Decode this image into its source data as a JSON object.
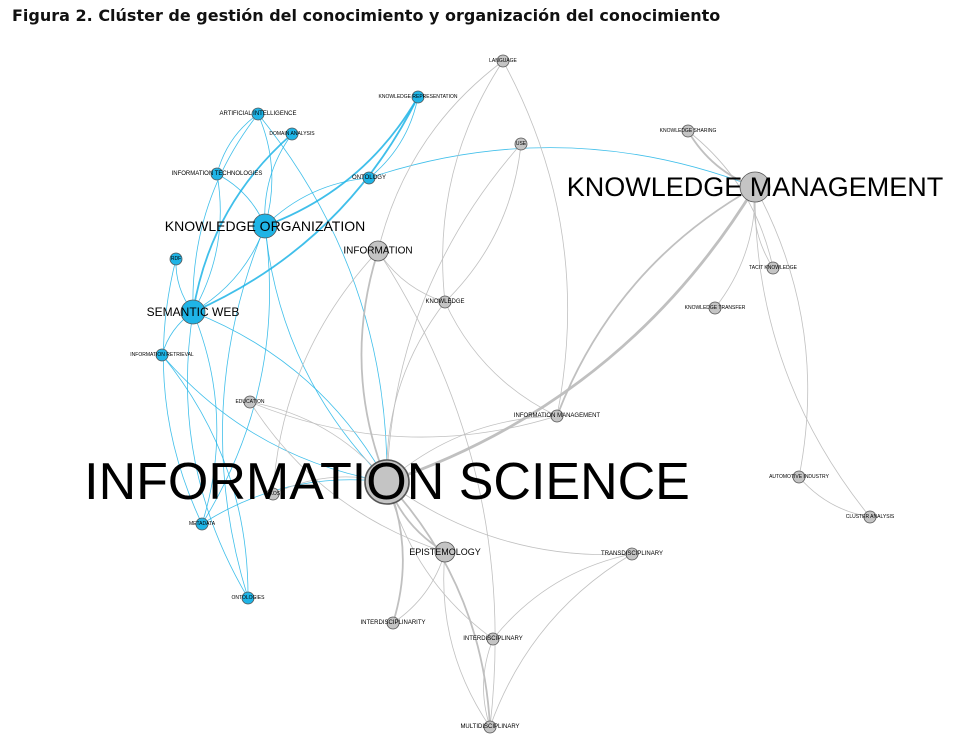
{
  "caption": {
    "label": "Figura 2.",
    "text": "Clúster de gestión del conocimiento y organización del conocimiento"
  },
  "colors": {
    "cyan_node": "#1fb4e6",
    "cyan_edge": "#1fb4e6",
    "gray_node": "#c4c4c4",
    "gray_edge": "#bdbdbd",
    "node_stroke": "#555555"
  },
  "nodes": [
    {
      "id": "information-science",
      "label": "INFORMATION SCIENCE",
      "group": "gray",
      "size": "xl"
    },
    {
      "id": "knowledge-management",
      "label": "KNOWLEDGE MANAGEMENT",
      "group": "gray",
      "size": "l"
    },
    {
      "id": "knowledge-organization",
      "label": "KNOWLEDGE ORGANIZATION",
      "group": "cyan",
      "size": "m"
    },
    {
      "id": "semantic-web",
      "label": "SEMANTIC WEB",
      "group": "cyan",
      "size": "m"
    },
    {
      "id": "information",
      "label": "INFORMATION",
      "group": "gray",
      "size": "s"
    },
    {
      "id": "epistemology",
      "label": "EPISTEMOLOGY",
      "group": "gray",
      "size": "s"
    },
    {
      "id": "language",
      "label": "LANGUAGE",
      "group": "gray",
      "size": "xs"
    },
    {
      "id": "use",
      "label": "USE",
      "group": "gray",
      "size": "xs"
    },
    {
      "id": "knowledge-representation",
      "label": "KNOWLEDGE REPRESENTATION",
      "group": "cyan",
      "size": "xs"
    },
    {
      "id": "artificial-intelligence",
      "label": "ARTIFICIAL INTELLIGENCE",
      "group": "cyan",
      "size": "xs"
    },
    {
      "id": "domain-analysis",
      "label": "DOMAIN ANALYSIS",
      "group": "cyan",
      "size": "xs"
    },
    {
      "id": "ontology",
      "label": "ONTOLOGY",
      "group": "cyan",
      "size": "xs"
    },
    {
      "id": "information-technologies",
      "label": "INFORMATION TECHNOLOGIES",
      "group": "cyan",
      "size": "xs"
    },
    {
      "id": "knowledge-sharing",
      "label": "KNOWLEDGE SHARING",
      "group": "gray",
      "size": "xs"
    },
    {
      "id": "tacit-knowledge",
      "label": "TACIT KNOWLEDGE",
      "group": "gray",
      "size": "xs"
    },
    {
      "id": "knowledge-transfer",
      "label": "KNOWLEDGE TRANSFER",
      "group": "gray",
      "size": "xs"
    },
    {
      "id": "rdf",
      "label": "RDF",
      "group": "cyan",
      "size": "xs"
    },
    {
      "id": "knowledge",
      "label": "KNOWLEDGE",
      "group": "gray",
      "size": "xs"
    },
    {
      "id": "information-retrieval",
      "label": "INFORMATION RETRIEVAL",
      "group": "cyan",
      "size": "xs"
    },
    {
      "id": "education",
      "label": "EDUCATION",
      "group": "gray",
      "size": "xs"
    },
    {
      "id": "information-management",
      "label": "INFORMATION MANAGEMENT",
      "group": "gray",
      "size": "xs"
    },
    {
      "id": "nkos",
      "label": "NKOS",
      "group": "gray",
      "size": "xs"
    },
    {
      "id": "metadata",
      "label": "METADATA",
      "group": "cyan",
      "size": "xs"
    },
    {
      "id": "automotive-industry",
      "label": "AUTOMOTIVE INDUSTRY",
      "group": "gray",
      "size": "xs"
    },
    {
      "id": "cluster-analysis",
      "label": "CLUSTER ANALYSIS",
      "group": "gray",
      "size": "xs"
    },
    {
      "id": "transdisciplinary",
      "label": "TRANSDISCIPLINARY",
      "group": "gray",
      "size": "xs"
    },
    {
      "id": "ontologies",
      "label": "ONTOLOGIES",
      "group": "cyan",
      "size": "xs"
    },
    {
      "id": "interdisciplinarity",
      "label": "INTERDISCIPLINARITY",
      "group": "gray",
      "size": "xs"
    },
    {
      "id": "interdisciplinary",
      "label": "INTERDISCIPLINARY",
      "group": "gray",
      "size": "xs"
    },
    {
      "id": "multidisciplinary",
      "label": "MULTIDISCIPLINARY",
      "group": "gray",
      "size": "xs"
    }
  ],
  "edges": [
    {
      "source": "knowledge-organization",
      "target": "artificial-intelligence",
      "color": "cyan",
      "weight": 1
    },
    {
      "source": "knowledge-organization",
      "target": "domain-analysis",
      "color": "cyan",
      "weight": 1
    },
    {
      "source": "knowledge-organization",
      "target": "information-technologies",
      "color": "cyan",
      "weight": 1
    },
    {
      "source": "knowledge-organization",
      "target": "semantic-web",
      "color": "cyan",
      "weight": 1
    },
    {
      "source": "knowledge-organization",
      "target": "knowledge-representation",
      "color": "cyan",
      "weight": 2
    },
    {
      "source": "knowledge-organization",
      "target": "ontology",
      "color": "cyan",
      "weight": 1
    },
    {
      "source": "knowledge-organization",
      "target": "information-science",
      "color": "cyan",
      "weight": 1
    },
    {
      "source": "knowledge-organization",
      "target": "metadata",
      "color": "cyan",
      "weight": 1
    },
    {
      "source": "knowledge-organization",
      "target": "ontologies",
      "color": "cyan",
      "weight": 1
    },
    {
      "source": "semantic-web",
      "target": "rdf",
      "color": "cyan",
      "weight": 1
    },
    {
      "source": "semantic-web",
      "target": "information-retrieval",
      "color": "cyan",
      "weight": 1
    },
    {
      "source": "semantic-web",
      "target": "metadata",
      "color": "cyan",
      "weight": 1
    },
    {
      "source": "semantic-web",
      "target": "ontologies",
      "color": "cyan",
      "weight": 1
    },
    {
      "source": "semantic-web",
      "target": "artificial-intelligence",
      "color": "cyan",
      "weight": 1
    },
    {
      "source": "semantic-web",
      "target": "information-technologies",
      "color": "cyan",
      "weight": 1
    },
    {
      "source": "semantic-web",
      "target": "domain-analysis",
      "color": "cyan",
      "weight": 2
    },
    {
      "source": "semantic-web",
      "target": "knowledge-representation",
      "color": "cyan",
      "weight": 2
    },
    {
      "source": "semantic-web",
      "target": "information-science",
      "color": "cyan",
      "weight": 1
    },
    {
      "source": "ontology",
      "target": "knowledge-representation",
      "color": "cyan",
      "weight": 1
    },
    {
      "source": "ontology",
      "target": "knowledge-management",
      "color": "cyan",
      "weight": 1
    },
    {
      "source": "rdf",
      "target": "metadata",
      "color": "cyan",
      "weight": 1
    },
    {
      "source": "information-retrieval",
      "target": "ontologies",
      "color": "cyan",
      "weight": 1
    },
    {
      "source": "information-retrieval",
      "target": "information-science",
      "color": "cyan",
      "weight": 1
    },
    {
      "source": "artificial-intelligence",
      "target": "information-science",
      "color": "cyan",
      "weight": 1
    },
    {
      "source": "artificial-intelligence",
      "target": "information-technologies",
      "color": "cyan",
      "weight": 1
    },
    {
      "source": "metadata",
      "target": "information-science",
      "color": "cyan",
      "weight": 1
    },
    {
      "source": "information-science",
      "target": "knowledge-management",
      "color": "gray",
      "weight": 3
    },
    {
      "source": "information-science",
      "target": "information",
      "color": "gray",
      "weight": 2
    },
    {
      "source": "information-science",
      "target": "epistemology",
      "color": "gray",
      "weight": 2
    },
    {
      "source": "information-science",
      "target": "interdisciplinarity",
      "color": "gray",
      "weight": 2
    },
    {
      "source": "information-science",
      "target": "interdisciplinary",
      "color": "gray",
      "weight": 1
    },
    {
      "source": "information-science",
      "target": "multidisciplinary",
      "color": "gray",
      "weight": 2
    },
    {
      "source": "information-science",
      "target": "transdisciplinary",
      "color": "gray",
      "weight": 1
    },
    {
      "source": "information-science",
      "target": "knowledge",
      "color": "gray",
      "weight": 1
    },
    {
      "source": "information-science",
      "target": "education",
      "color": "gray",
      "weight": 1
    },
    {
      "source": "information-science",
      "target": "information-management",
      "color": "gray",
      "weight": 1
    },
    {
      "source": "information-science",
      "target": "nkos",
      "color": "gray",
      "weight": 1
    },
    {
      "source": "information-science",
      "target": "use",
      "color": "gray",
      "weight": 1
    },
    {
      "source": "information",
      "target": "knowledge",
      "color": "gray",
      "weight": 1
    },
    {
      "source": "information",
      "target": "language",
      "color": "gray",
      "weight": 1
    },
    {
      "source": "information",
      "target": "nkos",
      "color": "gray",
      "weight": 1
    },
    {
      "source": "information",
      "target": "multidisciplinary",
      "color": "gray",
      "weight": 1
    },
    {
      "source": "knowledge",
      "target": "use",
      "color": "gray",
      "weight": 1
    },
    {
      "source": "knowledge",
      "target": "language",
      "color": "gray",
      "weight": 1
    },
    {
      "source": "knowledge",
      "target": "information-management",
      "color": "gray",
      "weight": 1
    },
    {
      "source": "knowledge-management",
      "target": "knowledge-sharing",
      "color": "gray",
      "weight": 2
    },
    {
      "source": "knowledge-management",
      "target": "tacit-knowledge",
      "color": "gray",
      "weight": 1
    },
    {
      "source": "knowledge-management",
      "target": "knowledge-transfer",
      "color": "gray",
      "weight": 1
    },
    {
      "source": "knowledge-management",
      "target": "information-management",
      "color": "gray",
      "weight": 2
    },
    {
      "source": "knowledge-management",
      "target": "automotive-industry",
      "color": "gray",
      "weight": 1
    },
    {
      "source": "knowledge-management",
      "target": "cluster-analysis",
      "color": "gray",
      "weight": 1
    },
    {
      "source": "knowledge-sharing",
      "target": "tacit-knowledge",
      "color": "gray",
      "weight": 1
    },
    {
      "source": "automotive-industry",
      "target": "cluster-analysis",
      "color": "gray",
      "weight": 1
    },
    {
      "source": "epistemology",
      "target": "interdisciplinarity",
      "color": "gray",
      "weight": 1
    },
    {
      "source": "epistemology",
      "target": "multidisciplinary",
      "color": "gray",
      "weight": 1
    },
    {
      "source": "interdisciplinary",
      "target": "transdisciplinary",
      "color": "gray",
      "weight": 1
    },
    {
      "source": "interdisciplinary",
      "target": "multidisciplinary",
      "color": "gray",
      "weight": 1
    },
    {
      "source": "multidisciplinary",
      "target": "transdisciplinary",
      "color": "gray",
      "weight": 1
    },
    {
      "source": "education",
      "target": "information-management",
      "color": "gray",
      "weight": 1
    },
    {
      "source": "language",
      "target": "information-management",
      "color": "gray",
      "weight": 1
    },
    {
      "source": "education",
      "target": "epistemology",
      "color": "gray",
      "weight": 1
    }
  ]
}
